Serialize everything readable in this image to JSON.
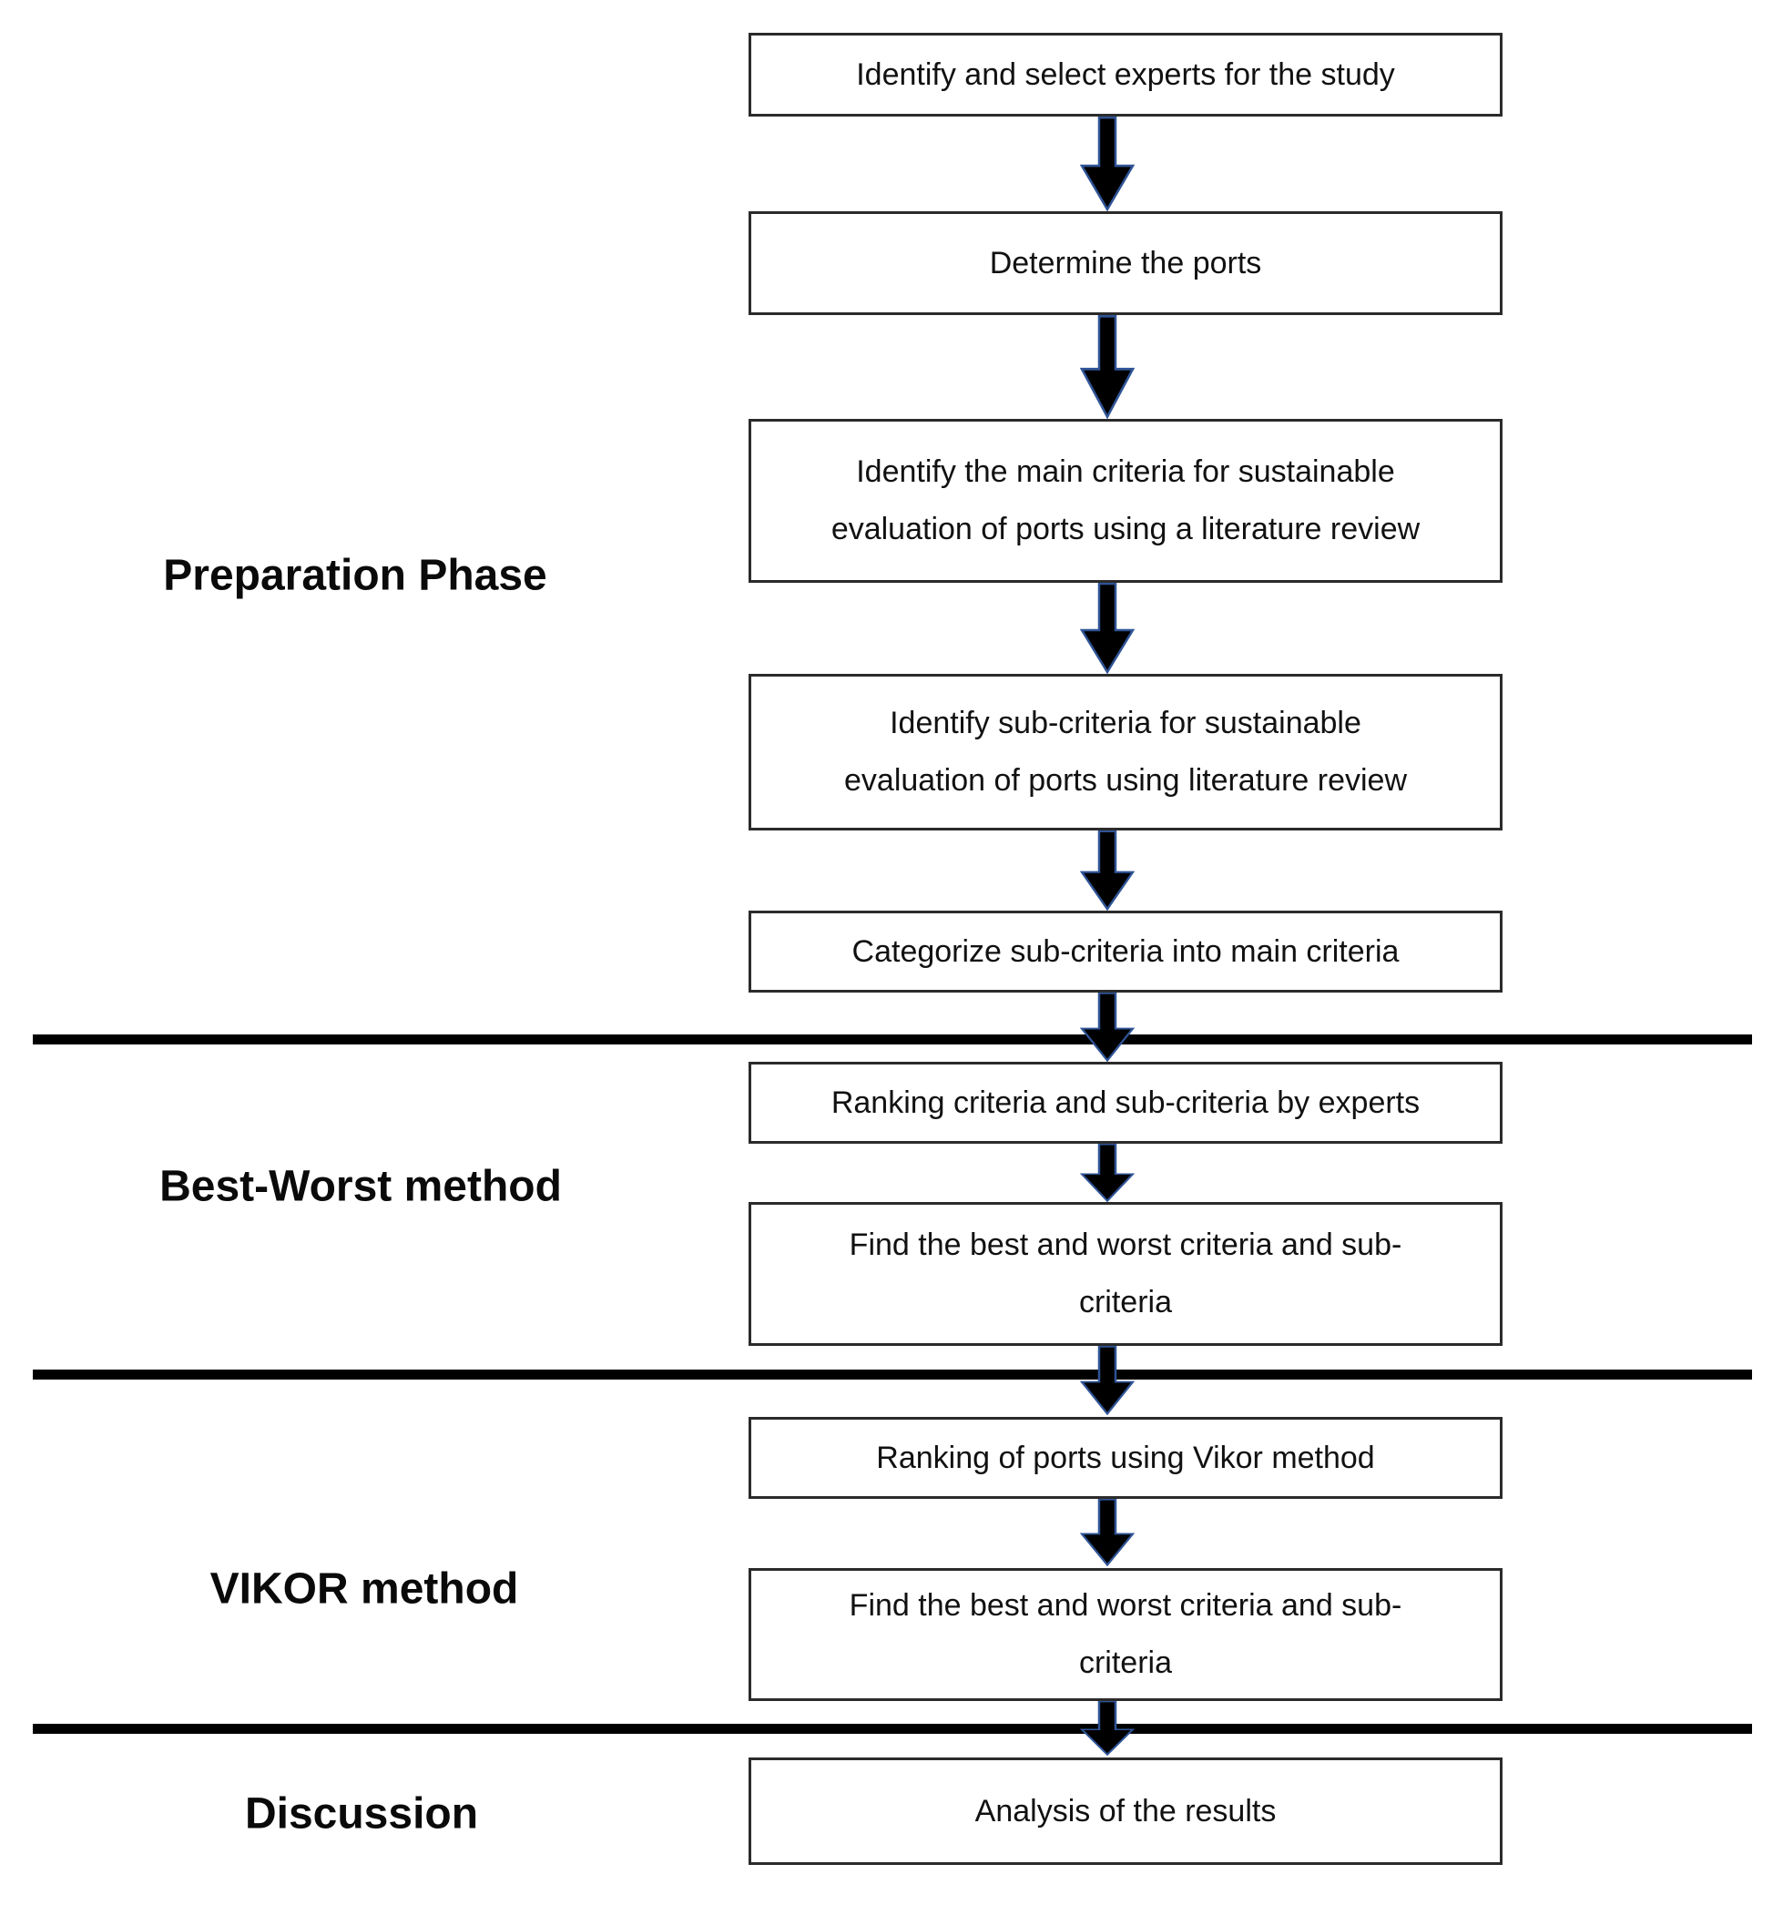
{
  "figure": {
    "type": "flowchart",
    "phases": [
      {
        "label": "Preparation Phase"
      },
      {
        "label": "Best-Worst method"
      },
      {
        "label": "VIKOR method"
      },
      {
        "label": "Discussion"
      }
    ],
    "boxes": [
      {
        "text": "Identify and select experts for the study"
      },
      {
        "text": "Determine the ports"
      },
      {
        "text": "Identify the main criteria for sustainable\nevaluation of ports using a literature review"
      },
      {
        "text": "Identify sub-criteria for sustainable\nevaluation of ports using literature review"
      },
      {
        "text": "Categorize sub-criteria into main criteria"
      },
      {
        "text": "Ranking criteria and sub-criteria by experts"
      },
      {
        "text": "Find the best and worst criteria and sub-\ncriteria"
      },
      {
        "text": "Ranking of ports using Vikor method"
      },
      {
        "text": "Find the best and worst criteria and sub-\ncriteria"
      },
      {
        "text": "Analysis of the results"
      }
    ],
    "colors": {
      "arrow_fill": "#000000",
      "arrow_outline": "#2f5496",
      "box_border": "#2b2b2b",
      "divider": "#000000",
      "text": "#111111"
    }
  }
}
